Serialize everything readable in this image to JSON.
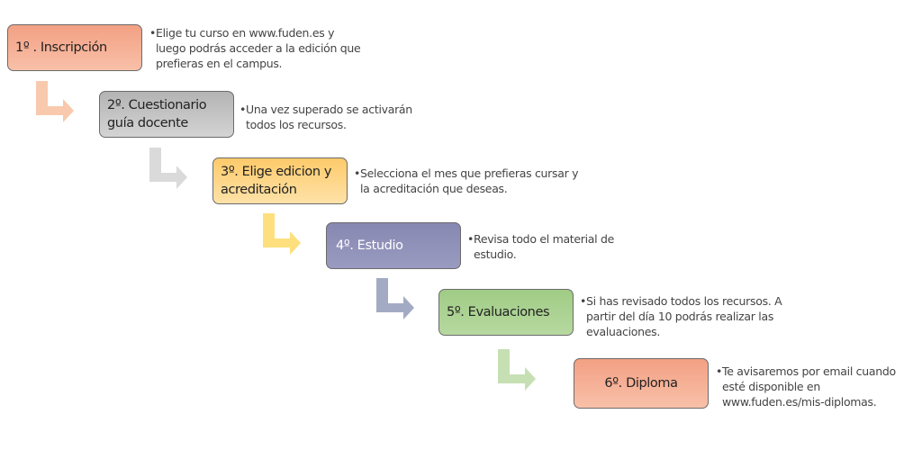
{
  "steps": [
    {
      "title": "1º . Inscripción",
      "description": "Elige tu curso en www.fuden.es y luego podrás acceder a la edición que prefieras en el campus.",
      "color": "#f4a488"
    },
    {
      "title": "2º. Cuestionario guía docente",
      "description": "Una vez superado se activarán todos los recursos.",
      "color": "#bfbfbf"
    },
    {
      "title": "3º. Elige edicion y acreditación",
      "description": "Selecciona el mes que prefieras cursar y la acreditación que deseas.",
      "color": "#fdd27c"
    },
    {
      "title": "4º. Estudio",
      "description": "Revisa todo el material de estudio.",
      "color": "#8c8db5"
    },
    {
      "title": "5º. Evaluaciones",
      "description": "Si has revisado todos los recursos. A partir del día 10 podrás realizar las evaluaciones.",
      "color": "#a9d18e"
    },
    {
      "title": "6º. Diploma",
      "description": "Te avisaremos por email cuando esté disponible en www.fuden.es/mis-diplomas.",
      "color": "#f4a488"
    }
  ],
  "bullet": "•"
}
